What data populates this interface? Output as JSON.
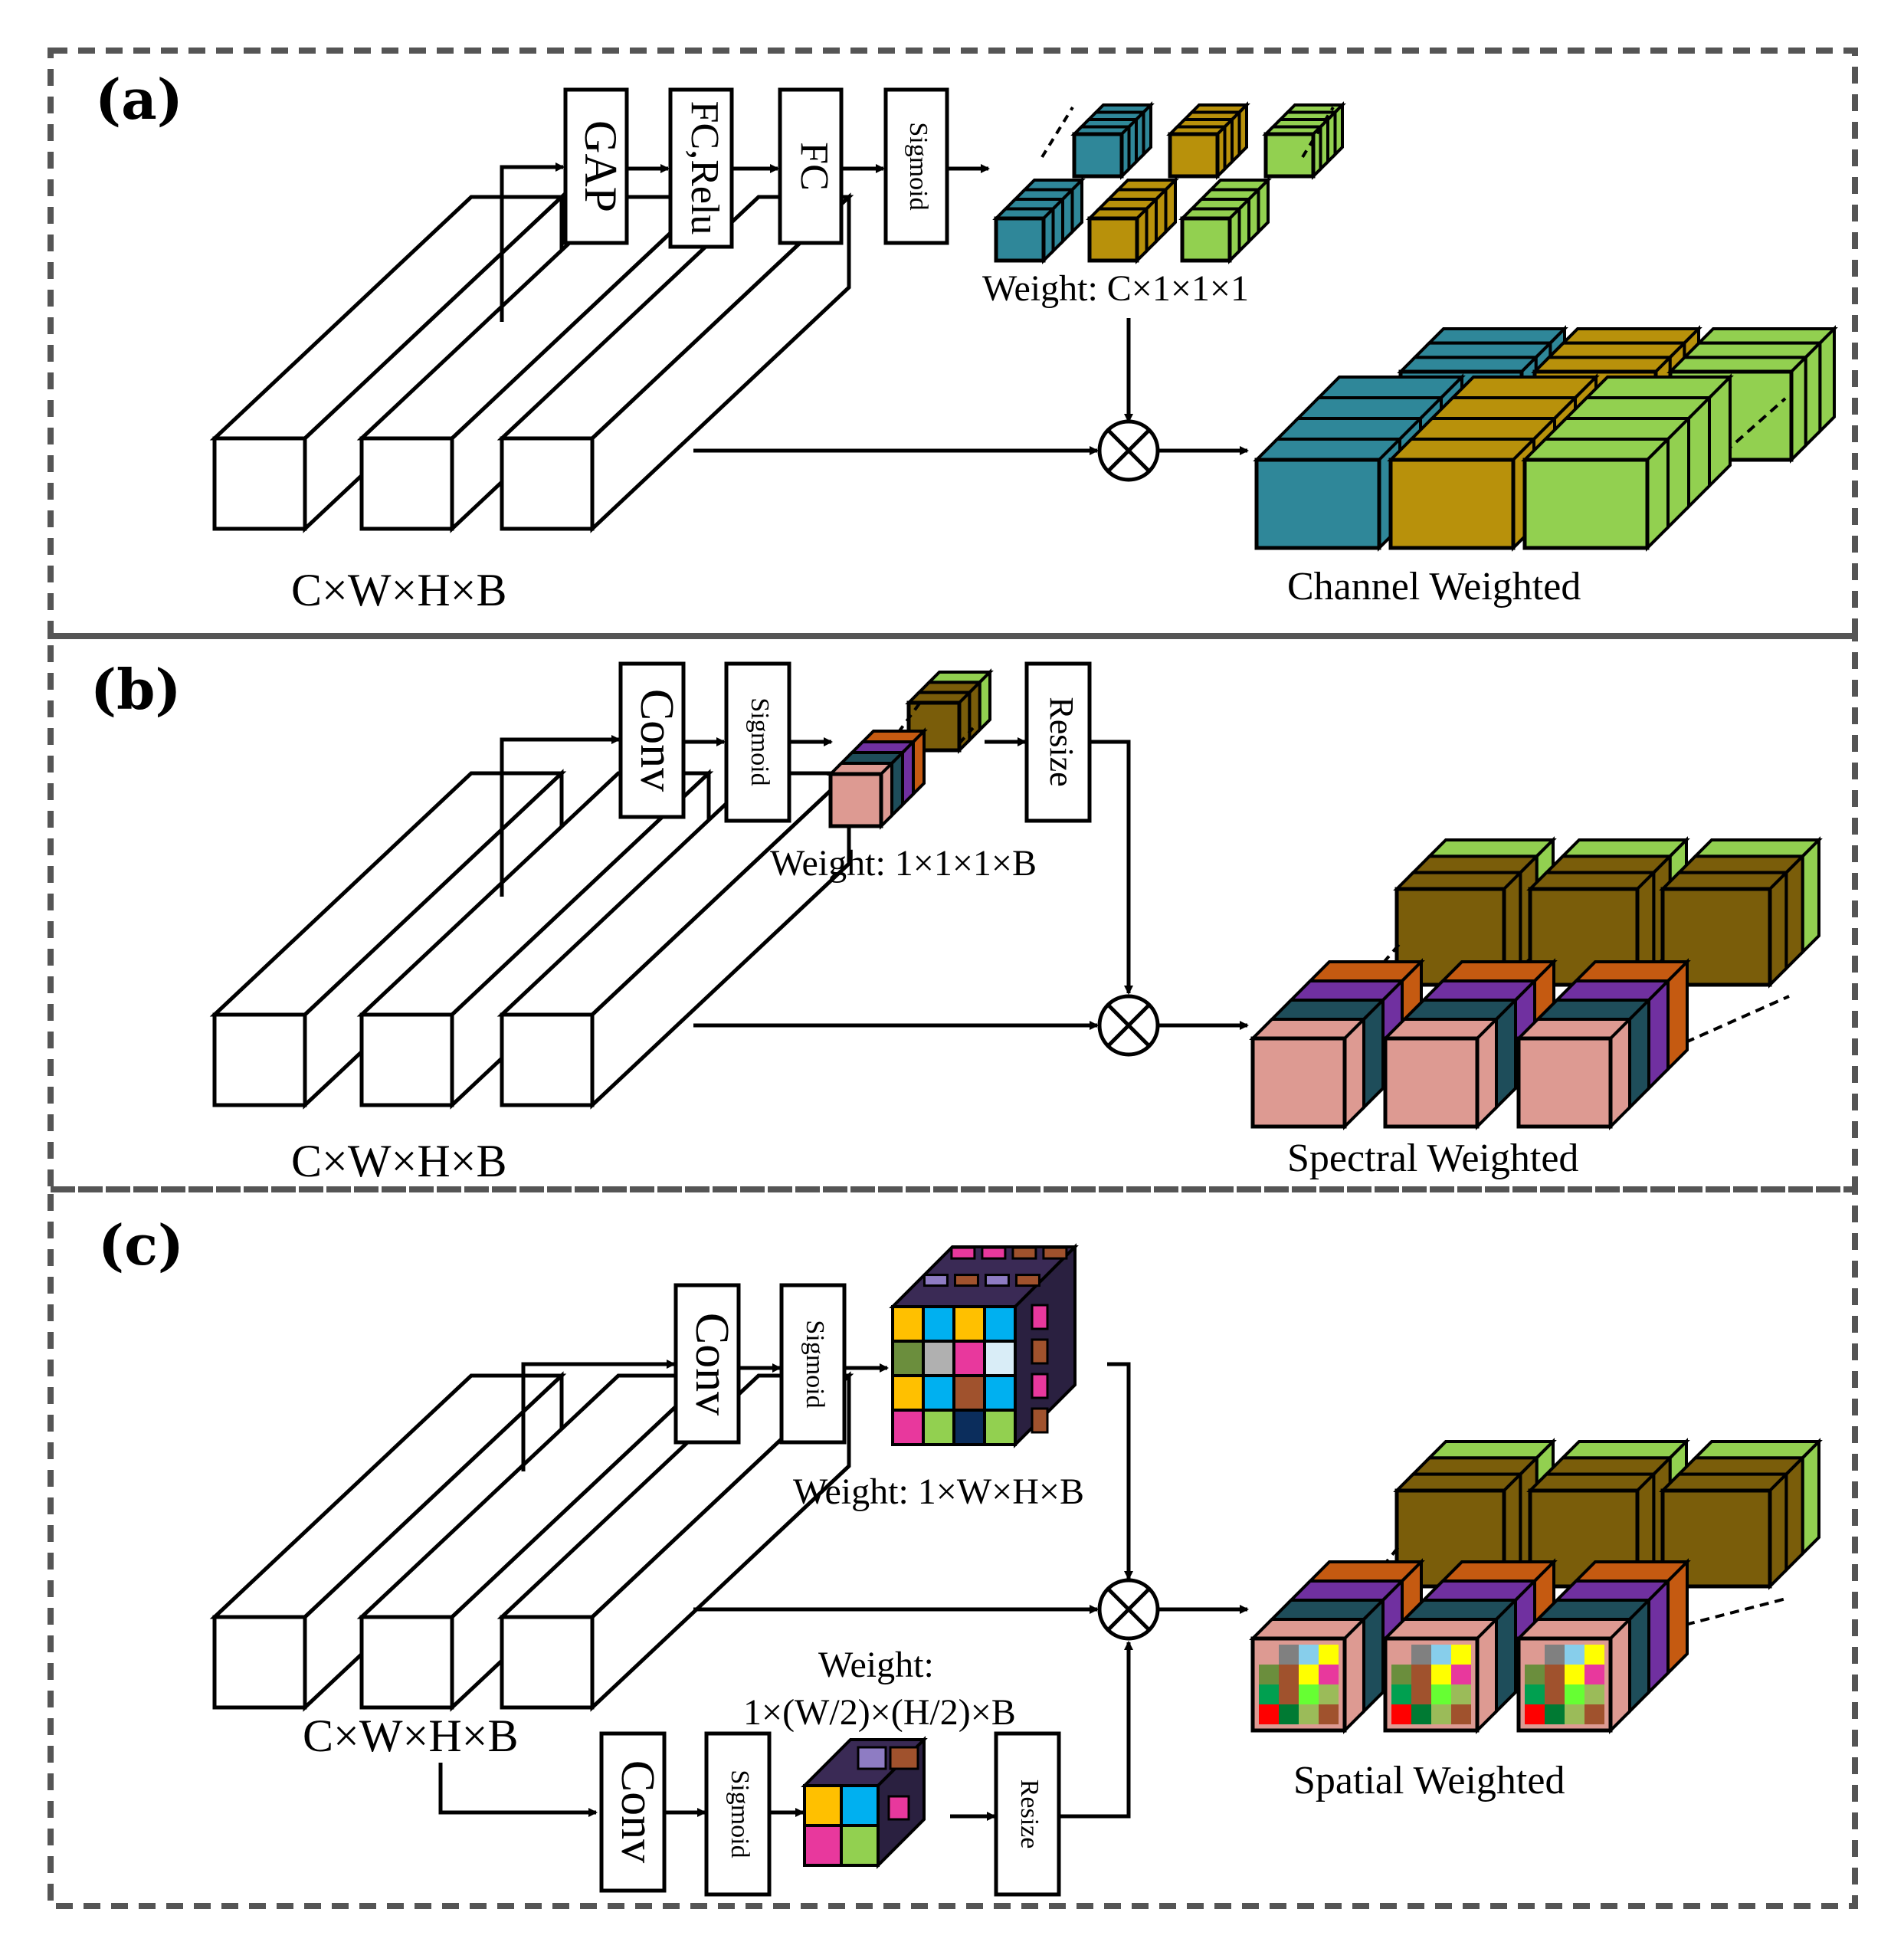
{
  "panels": {
    "a": {
      "tag": "(a)",
      "blocks": [
        "GAP",
        "FC,Relu",
        "FC",
        "Sigmoid"
      ],
      "weight_label": "Weight: C×1×1×1",
      "input_label": "C×W×H×B",
      "output_label": "Channel Weighted"
    },
    "b": {
      "tag": "(b)",
      "blocks": [
        "Conv",
        "Sigmoid",
        "Resize"
      ],
      "weight_label": "Weight: 1×1×1×B",
      "input_label": "C×W×H×B",
      "output_label": "Spectral Weighted"
    },
    "c": {
      "tag": "(c)",
      "blocks": [
        "Conv",
        "Sigmoid"
      ],
      "lower_blocks": [
        "Conv",
        "Sigmoid",
        "Resize"
      ],
      "weight_label": "Weight: 1×W×H×B",
      "weight2_line1": "Weight:",
      "weight2_line2": "1×(W/2)×(H/2)×B",
      "input_label": "C×W×H×B",
      "output_label": "Spatial Weighted"
    }
  },
  "colors": {
    "teal": "#2f8799",
    "gold": "#b8910b",
    "green": "#92d050",
    "olive": "#7a5d0a",
    "pink": "#dd9a92",
    "darkteal": "#1e4d5a",
    "purple": "#7030a0",
    "orange": "#c55a11",
    "yellow": "#ffc000",
    "sky": "#00b0f0",
    "magenta": "#e8389d",
    "lightgreen": "#92d050",
    "grey": "#b0b0b0",
    "darkgreen": "#6b8e3d",
    "brown": "#a0522d",
    "navy": "#0b2d5c",
    "lavender": "#8e7cc3",
    "paleblue": "#d9edf7",
    "bright_green": "#66ff33",
    "red": "#ff0000",
    "pure_yellow": "#ffff00"
  }
}
